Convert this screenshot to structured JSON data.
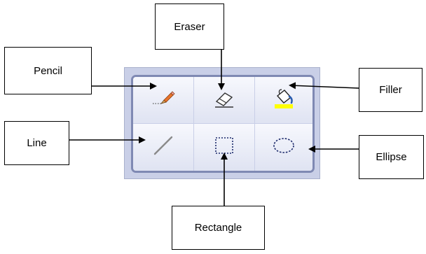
{
  "labels": {
    "pencil": "Pencil",
    "eraser": "Eraser",
    "filler": "Filler",
    "line": "Line",
    "ellipse": "Ellipse",
    "rectangle": "Rectangle"
  },
  "colors": {
    "toolbox_background": "#c9cfe7",
    "toolbox_border": "#7f89b3",
    "cell_light": "#f7f8fd",
    "cell_dark": "#dfe3f2",
    "filler_swatch": "#ffff00",
    "label_border": "#000000"
  },
  "icons": [
    "pencil-icon",
    "eraser-icon",
    "paint-bucket-icon",
    "line-icon",
    "rectangle-icon",
    "ellipse-icon"
  ]
}
